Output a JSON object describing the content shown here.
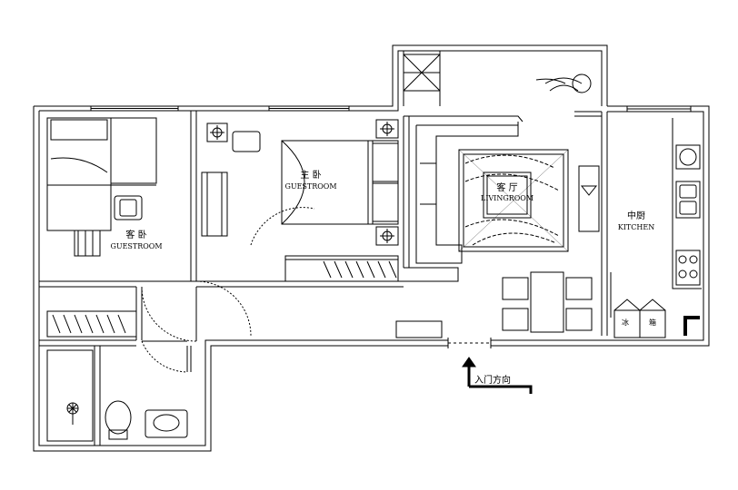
{
  "rooms": {
    "guest_bedroom": {
      "cn": "客 卧",
      "en": "GUESTROOM"
    },
    "master_bedroom": {
      "cn": "主 卧",
      "en": "GUESTROOM"
    },
    "living_room": {
      "cn": "客 厅",
      "en": "LIVINGROOM"
    },
    "kitchen": {
      "cn": "中厨",
      "en": "KITCHEN"
    }
  },
  "entrance": {
    "label": "入门方向"
  },
  "appliances": {
    "fridge_a": "冰",
    "fridge_b": "箱"
  }
}
